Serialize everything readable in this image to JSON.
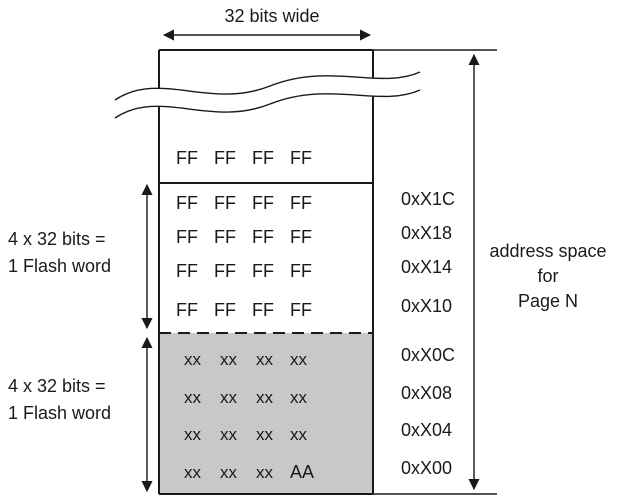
{
  "width_label": "32 bits wide",
  "group_label_line1": "4 x 32 bits =",
  "group_label_line2": "1 Flash word",
  "address_space": {
    "line1": "address space",
    "line2": "for",
    "line3": "Page N"
  },
  "rows": [
    {
      "cells": [
        "FF",
        "FF",
        "FF",
        "FF"
      ],
      "address": ""
    },
    {
      "cells": [
        "FF",
        "FF",
        "FF",
        "FF"
      ],
      "address": "0xX1C"
    },
    {
      "cells": [
        "FF",
        "FF",
        "FF",
        "FF"
      ],
      "address": "0xX18"
    },
    {
      "cells": [
        "FF",
        "FF",
        "FF",
        "FF"
      ],
      "address": "0xX14"
    },
    {
      "cells": [
        "FF",
        "FF",
        "FF",
        "FF"
      ],
      "address": "0xX10"
    },
    {
      "cells": [
        "xx",
        "xx",
        "xx",
        "xx"
      ],
      "address": "0xX0C"
    },
    {
      "cells": [
        "xx",
        "xx",
        "xx",
        "xx"
      ],
      "address": "0xX08"
    },
    {
      "cells": [
        "xx",
        "xx",
        "xx",
        "xx"
      ],
      "address": "0xX04"
    },
    {
      "cells": [
        "xx",
        "xx",
        "xx",
        "AA"
      ],
      "address": "0xX00"
    }
  ],
  "colors": {
    "programmed_fill": "#c8c8c8",
    "line": "#1a1a1a"
  }
}
